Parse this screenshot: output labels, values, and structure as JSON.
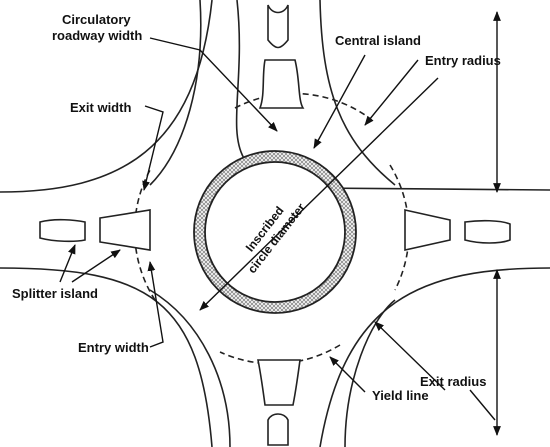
{
  "labels": {
    "circulatory_line1": "Circulatory",
    "circulatory_line2": "roadway width",
    "central_island": "Central island",
    "entry_radius": "Entry radius",
    "exit_width": "Exit width",
    "inscribed_line1": "Inscribed",
    "inscribed_line2": "circle diameter",
    "splitter_island": "Splitter island",
    "entry_width": "Entry width",
    "exit_radius": "Exit radius",
    "yield_line": "Yield line"
  },
  "colors": {
    "line": "#222222",
    "hatch": "#9a9a9a",
    "background": "#ffffff"
  }
}
